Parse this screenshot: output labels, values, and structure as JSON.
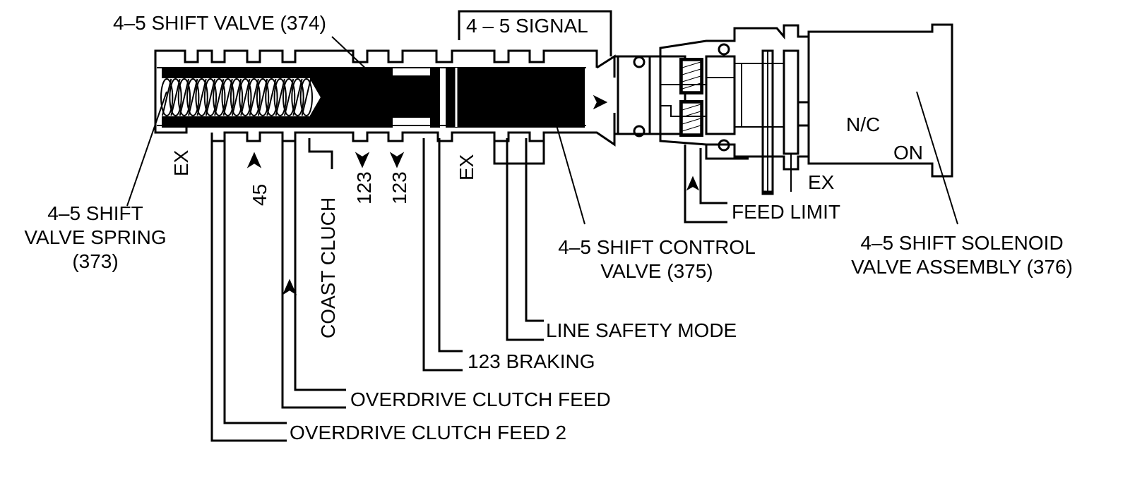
{
  "colors": {
    "ink": "#000000",
    "background": "#ffffff"
  },
  "labels": {
    "shift_valve": "4–5 SHIFT VALVE (374)",
    "signal": "4 – 5 SIGNAL",
    "ex": "EX",
    "ex_mid": "EX",
    "ex_solenoid": "EX",
    "port_45": "45",
    "coast_clutch": "COAST CLUCH",
    "port_123_a": "123",
    "port_123_b": "123",
    "nc": "N/C",
    "on": "ON",
    "feed_limit": "FEED LIMIT",
    "spring_line1": "4–5 SHIFT",
    "spring_line2": "VALVE SPRING",
    "spring_line3": "(373)",
    "control_line1": "4–5 SHIFT CONTROL",
    "control_line2": "VALVE (375)",
    "solenoid_line1": "4–5 SHIFT SOLENOID",
    "solenoid_line2": "VALVE ASSEMBLY (376)",
    "line_safety": "LINE SAFETY MODE",
    "braking": "123 BRAKING",
    "od_feed": "OVERDRIVE CLUTCH FEED",
    "od_feed2": "OVERDRIVE CLUTCH FEED 2"
  }
}
